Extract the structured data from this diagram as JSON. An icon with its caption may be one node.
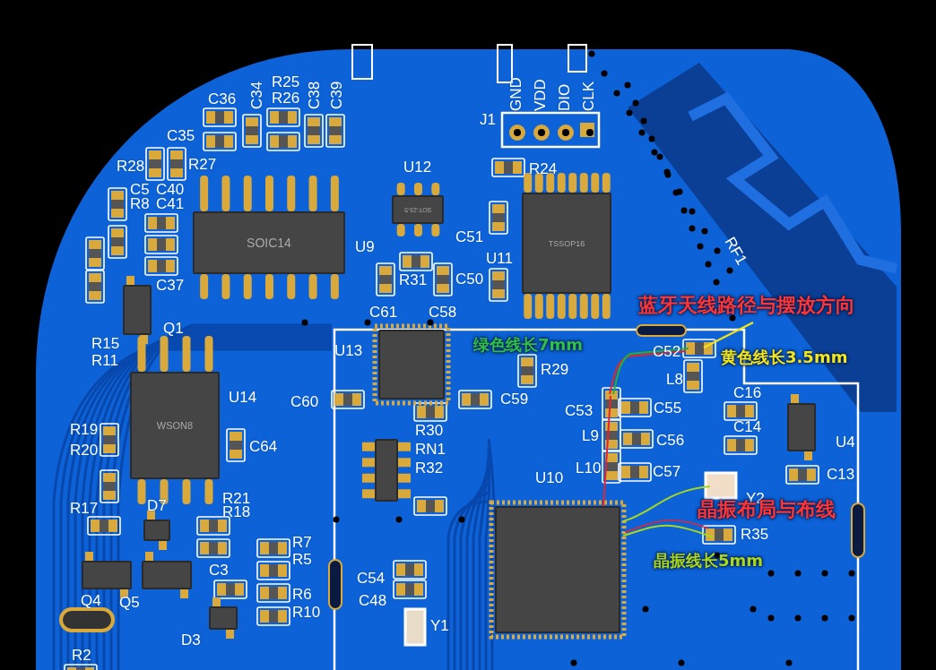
{
  "diagram": {
    "nodes": [
      {
        "text": [
          "SOT-23-5"
        ],
        "beside": [
          "U12"
        ]
      },
      {
        "text": [
          "TSSOP16"
        ],
        "beside": [
          "U11"
        ]
      },
      {
        "text": [
          "SOIC14"
        ],
        "beside": [
          "U9"
        ]
      },
      {
        "text": [],
        "shape": "box",
        "beside": [
          "Q1"
        ]
      },
      {
        "text": [],
        "shape": "box",
        "beside": [
          "U13"
        ]
      },
      {
        "text": [
          "WSON8"
        ],
        "beside": [
          "U14"
        ]
      },
      {
        "text": [],
        "shape": "box",
        "beside": [
          "U4"
        ]
      },
      {
        "text": [],
        "shape": "box",
        "beside": [
          "RN1"
        ]
      },
      {
        "text": [],
        "shape": "box",
        "beside": [
          "U10"
        ]
      },
      {
        "text": [],
        "shape": "box",
        "beside": [
          "D7"
        ]
      },
      {
        "text": [],
        "shape": "box",
        "beside": [
          "Q4"
        ]
      },
      {
        "text": [],
        "shape": "box",
        "beside": [
          "Q5"
        ]
      },
      {
        "text": [],
        "shape": "box",
        "beside": [
          "D3"
        ]
      }
    ],
    "labels": [
      "R25",
      "C34",
      "C38",
      "C39",
      "GND",
      "VDD",
      "DIO",
      "CLK",
      "C36",
      "R26",
      "J1",
      "C35",
      "R28",
      "R27",
      "R24",
      "C5",
      "C40",
      "R8",
      "C41",
      "RF1",
      "C51",
      "C37",
      "R31",
      "C50",
      "蓝牙天线路径与摆放方向",
      "C61",
      "C58",
      "R15",
      "R11",
      "绿色线长7mm",
      "C52",
      "黄色线长3.5mm",
      "R29",
      "L8",
      "C60",
      "C59",
      "C16",
      "C53",
      "C55",
      "R19",
      "R30",
      "L9",
      "C56",
      "C14",
      "C64",
      "L10",
      "C57",
      "C13",
      "R20",
      "R32",
      "Y2",
      "晶振布局与布线",
      "R17",
      "R21",
      "R18",
      "R35",
      "R7",
      "R5",
      "晶振线长5mm",
      "C3",
      "C54",
      "R6",
      "C48",
      "R10",
      "Y1",
      "R2"
    ]
  }
}
